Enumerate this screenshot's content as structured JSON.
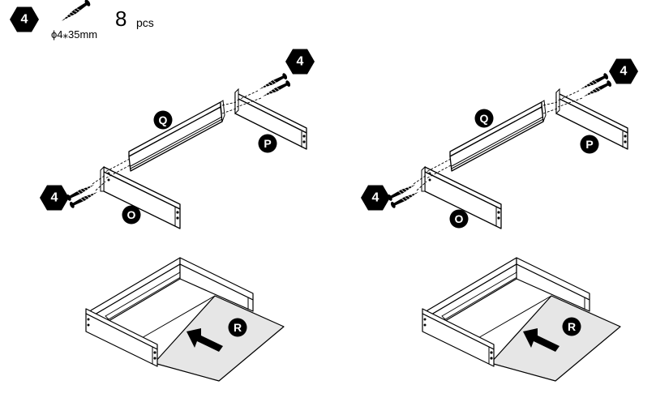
{
  "header": {
    "badge": "4",
    "quantity": "8",
    "unit": "pcs",
    "screw_size": "ϕ4⁎35mm"
  },
  "badges": {
    "screw": "4"
  },
  "parts": {
    "O": "O",
    "P": "P",
    "Q": "Q",
    "R": "R"
  },
  "colors": {
    "ink": "#000000",
    "paper": "#ffffff",
    "board": "#e6e6e6"
  },
  "icons": [
    "hexagon-badge-icon",
    "screw-icon",
    "arrow-icon"
  ]
}
